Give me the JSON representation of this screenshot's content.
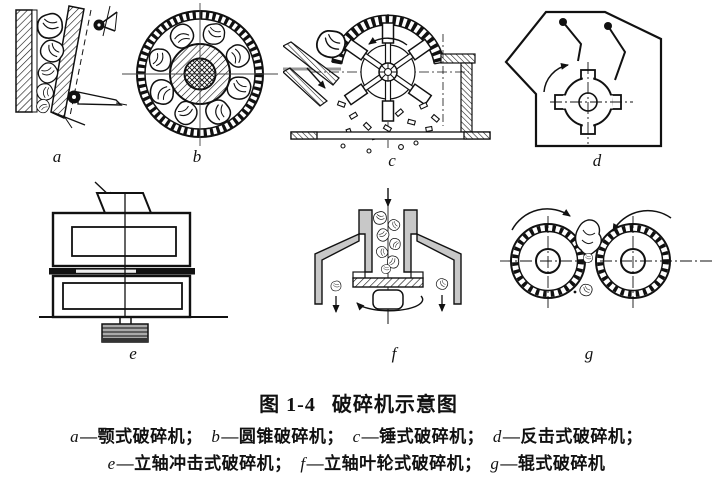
{
  "figure": {
    "caption": {
      "number": "图 1-4",
      "title": "破碎机示意图"
    },
    "panels": [
      {
        "label": "a"
      },
      {
        "label": "b"
      },
      {
        "label": "c"
      },
      {
        "label": "d"
      },
      {
        "label": "e"
      },
      {
        "label": "f"
      },
      {
        "label": "g"
      }
    ],
    "legend": {
      "line1": [
        {
          "letter": "a",
          "text": "—颚式破碎机；"
        },
        {
          "letter": "b",
          "text": "—圆锥破碎机；"
        },
        {
          "letter": "c",
          "text": "—锤式破碎机；"
        },
        {
          "letter": "d",
          "text": "—反击式破碎机；"
        }
      ],
      "line2": [
        {
          "letter": "e",
          "text": "—立轴冲击式破碎机；"
        },
        {
          "letter": "f",
          "text": "—立轴叶轮式破碎机；"
        },
        {
          "letter": "g",
          "text": "—辊式破碎机"
        }
      ]
    }
  },
  "colors": {
    "ink": "#1a1a1a",
    "paper": "#ffffff"
  }
}
